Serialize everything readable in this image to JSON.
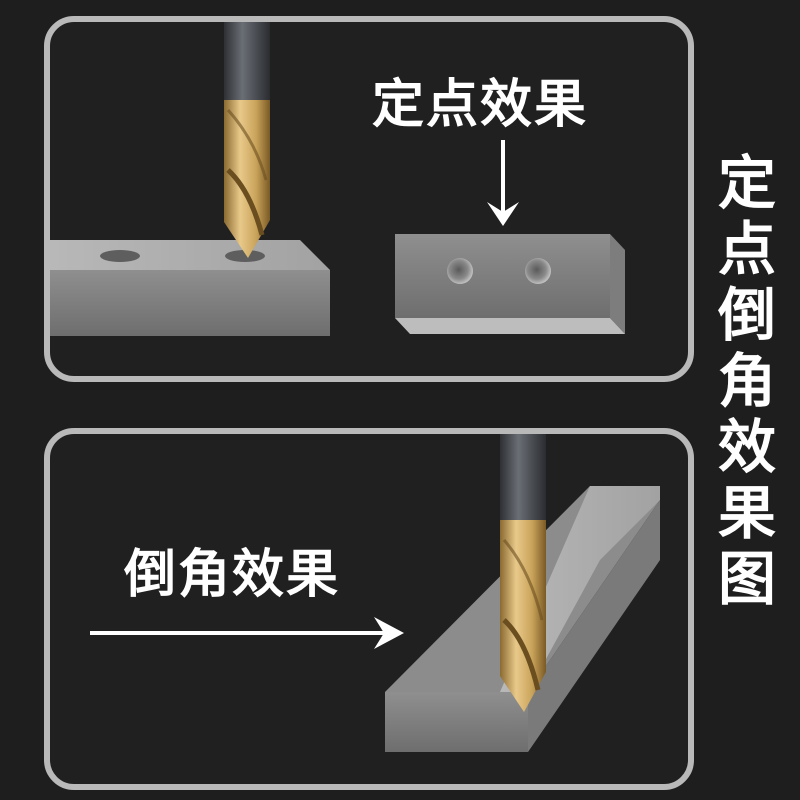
{
  "top_panel": {
    "label": "定点效果"
  },
  "bottom_panel": {
    "label": "倒角效果"
  },
  "side_title": "定点倒角效果图",
  "colors": {
    "background": "#1e1e1e",
    "panel_border": "#b9b9b9",
    "text": "#ffffff",
    "drill_gold": "#c9a35a",
    "drill_shank": "#4a4d52",
    "metal": "#9a9a9a"
  }
}
